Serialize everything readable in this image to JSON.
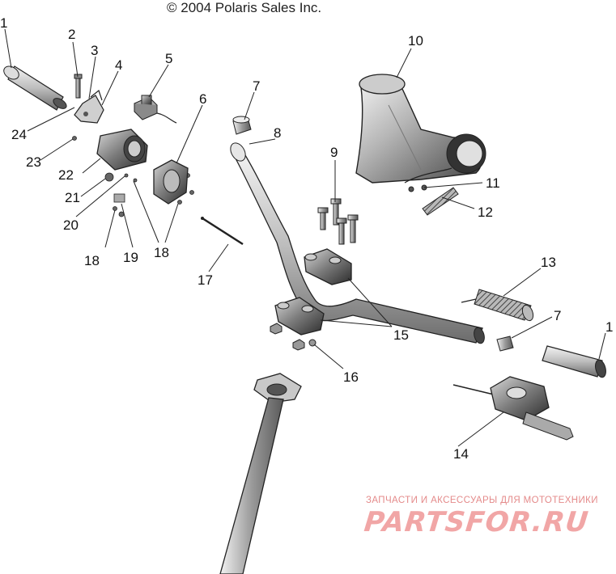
{
  "copyright": "© 2004 Polaris Sales Inc.",
  "watermark": {
    "subtitle": "ЗАПЧАСТИ И АКСЕССУАРЫ ДЛЯ МОТОТЕХНИКИ",
    "logo": "PARTSFOR.RU"
  },
  "callouts": {
    "c1a": "1",
    "c1b": "1",
    "c2": "2",
    "c3": "3",
    "c4": "4",
    "c5": "5",
    "c6": "6",
    "c7a": "7",
    "c7b": "7",
    "c8": "8",
    "c9": "9",
    "c10": "10",
    "c11": "11",
    "c12": "12",
    "c13": "13",
    "c14": "14",
    "c15": "15",
    "c16": "16",
    "c17": "17",
    "c18a": "18",
    "c18b": "18",
    "c19": "19",
    "c20": "20",
    "c21": "21",
    "c22": "22",
    "c23": "23",
    "c24": "24"
  }
}
